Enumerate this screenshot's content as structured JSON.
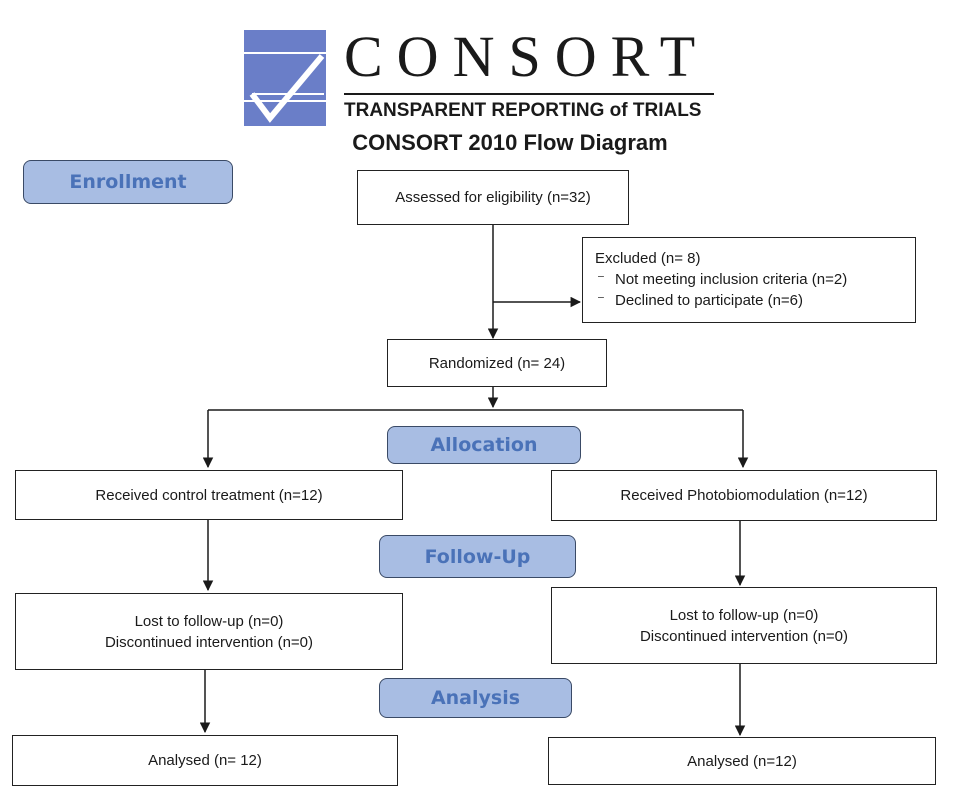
{
  "logo": {
    "word": "CONSORT",
    "tagline": "TRANSPARENT REPORTING of TRIALS",
    "colors": {
      "blue": "#6a7ec8",
      "dark": "#1a1a1a"
    }
  },
  "diagram_title": "CONSORT 2010 Flow Diagram",
  "stages": {
    "enrollment": "Enrollment",
    "allocation": "Allocation",
    "followup": "Follow-Up",
    "analysis": "Analysis"
  },
  "boxes": {
    "assessed": "Assessed for eligibility (n=32)",
    "excluded": {
      "title": "Excluded (n= 8)",
      "bullet": "⁻",
      "items": [
        "Not meeting inclusion criteria (n=2)",
        "Declined to participate (n=6)"
      ]
    },
    "randomized": "Randomized (n= 24)",
    "control_alloc": "Received control treatment (n=12)",
    "pbm_alloc": "Received Photobiomodulation (n=12)",
    "control_followup": {
      "line1": "Lost to follow-up (n=0)",
      "line2": "Discontinued intervention (n=0)"
    },
    "pbm_followup": {
      "line1": "Lost to follow-up (n=0)",
      "line2": "Discontinued intervention (n=0)"
    },
    "control_analysis": "Analysed (n= 12)",
    "pbm_analysis": "Analysed (n=12)"
  },
  "colors": {
    "stage_fill": "#a8bde3",
    "stage_text": "#4a72b8",
    "line": "#1a1a1a"
  }
}
